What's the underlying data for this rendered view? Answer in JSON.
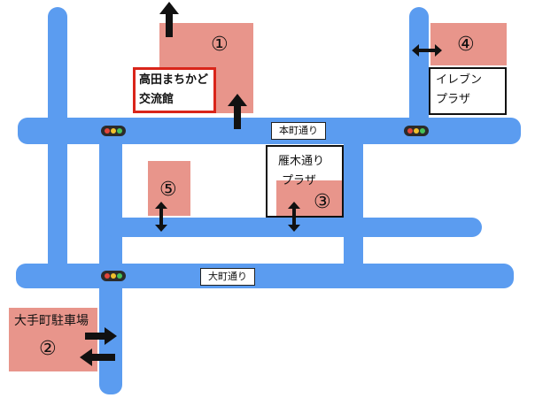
{
  "colors": {
    "road": "#5b9cf0",
    "area": "#e8958b",
    "highlight_border": "#d9251a",
    "arrow": "#111111"
  },
  "places": {
    "p1": {
      "number": "①"
    },
    "p2": {
      "number": "②",
      "label": "大手町駐車場"
    },
    "p3": {
      "number": "③",
      "label_line1": "雁木通り",
      "label_line2": "プラザ"
    },
    "p4": {
      "number": "④",
      "label_line1": "イレブン",
      "label_line2": "プラザ"
    },
    "p5": {
      "number": "⑤"
    },
    "highlight": {
      "label_line1": "高田まちかど",
      "label_line2": "交流館"
    }
  },
  "roads": {
    "honcho": "本町通り",
    "omachi": "大町通り"
  },
  "icons": [
    "traffic-signal-icon",
    "arrow-up-icon",
    "arrow-right-icon",
    "arrow-left-icon",
    "double-arrow-horizontal-icon",
    "double-arrow-vertical-icon"
  ]
}
